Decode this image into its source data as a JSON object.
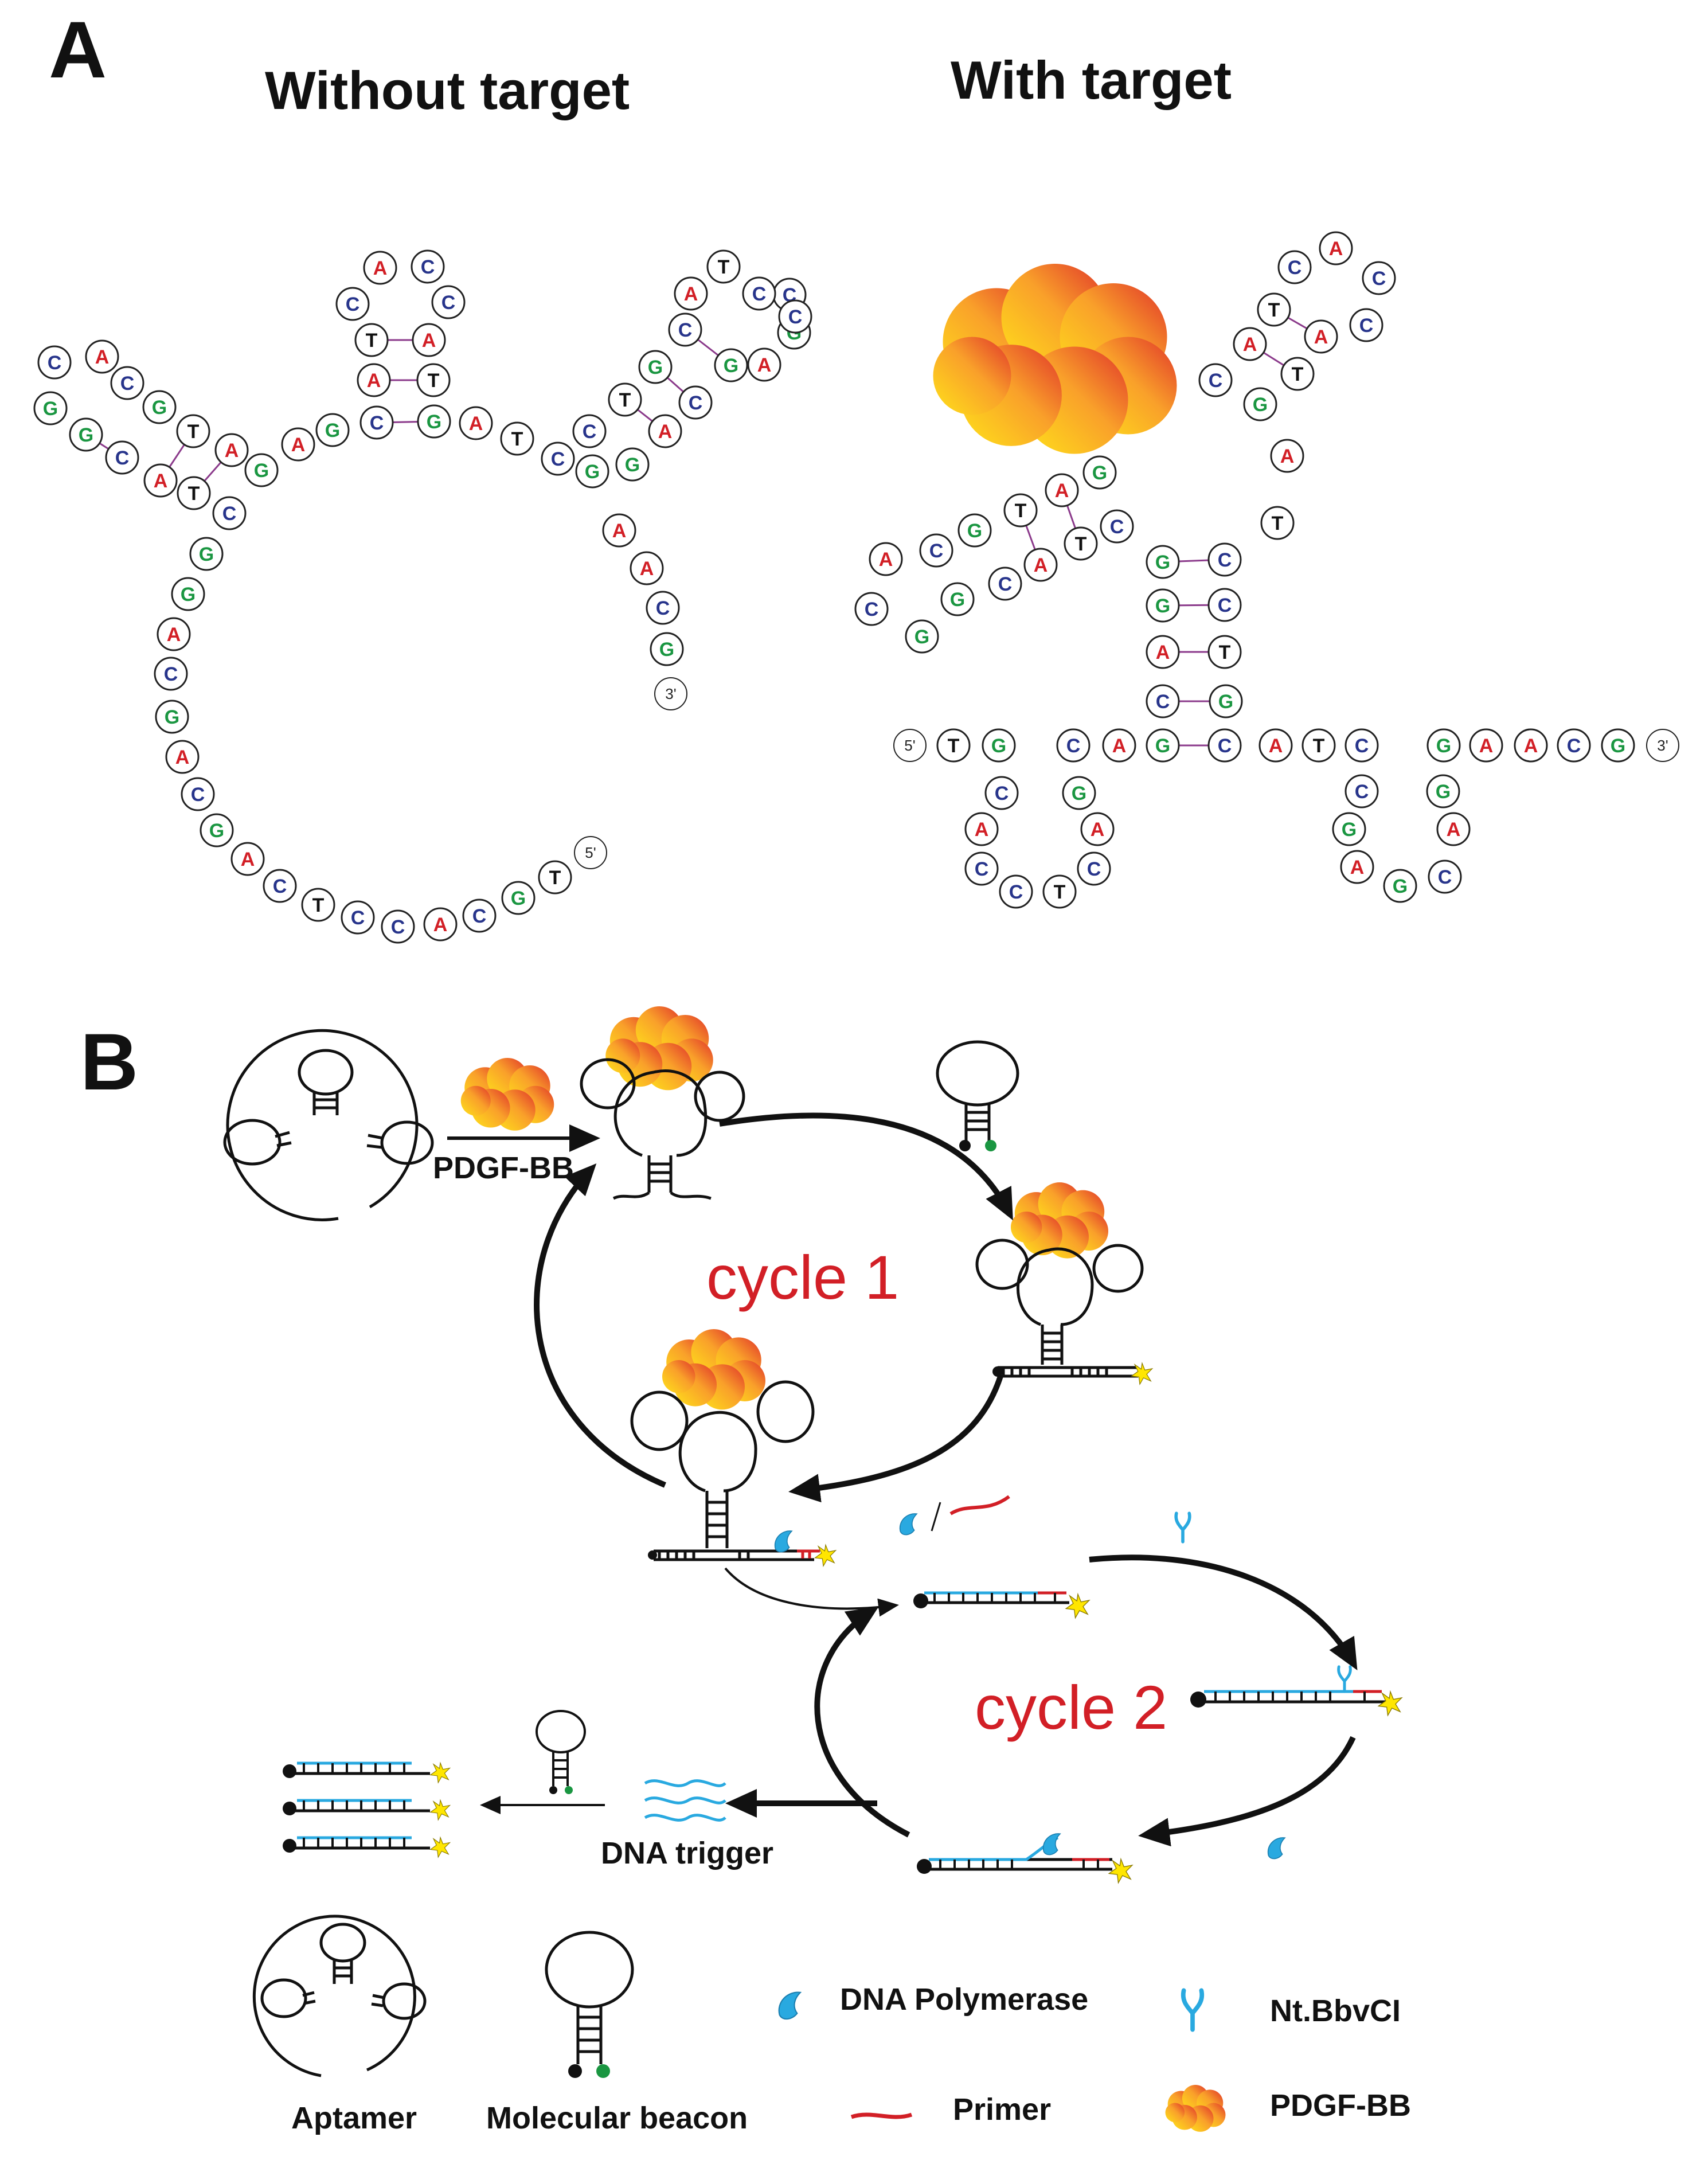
{
  "panel_a": {
    "letter": "A",
    "heading_left": "Without target",
    "heading_right": "With target",
    "colors": {
      "A": "#d21f26",
      "C": "#27348b",
      "G": "#1a9641",
      "T": "#111111"
    }
  },
  "panel_b": {
    "letter": "B",
    "cycle1": "cycle 1",
    "cycle2": "cycle 2",
    "label_pdgf_arrow": "PDGF-BB",
    "label_dna_trigger": "DNA trigger",
    "legend": {
      "aptamer": "Aptamer",
      "molecular_beacon": "Molecular beacon",
      "dna_polymerase": "DNA Polymerase",
      "primer": "Primer",
      "nicking_enzyme": "Nt.BbvCI",
      "pdgf_bb": "PDGF-BB"
    },
    "colors": {
      "strand_blue": "#29a9e0",
      "primer_red": "#d21f26",
      "fluor_yellow": "#ffe600",
      "quencher_green": "#1a9641"
    }
  }
}
